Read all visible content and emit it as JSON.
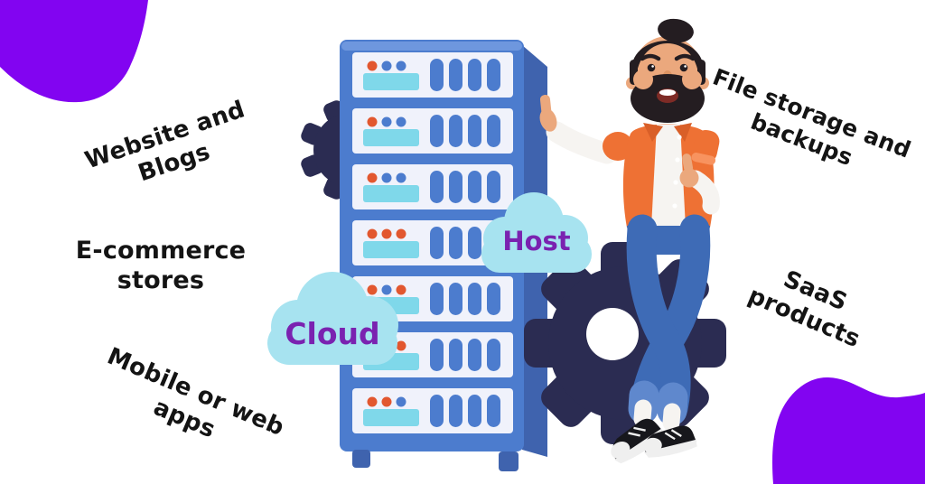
{
  "labels": {
    "website": "Website and Blogs",
    "ecommerce": "E-commerce stores",
    "mobile_apps": "Mobile or web apps",
    "file_storage": "File storage and backups",
    "saas": "SaaS products"
  },
  "clouds": {
    "cloud_label": "Cloud",
    "host_label": "Host"
  },
  "colors": {
    "accent_purple_blob": "#8204F1",
    "label_text": "#141414",
    "cloud_fill": "#A7E3F0",
    "cloud_text_purple": "#7A22B0",
    "rack_frame_blue": "#4C7CCE",
    "rack_side_blue": "#3F63AE",
    "rack_panel": "#F0F2FB",
    "rack_cyan": "#7FD8EA",
    "dot_orange": "#E2572F",
    "gear_navy": "#2B2C52",
    "shirt_orange": "#EE7134",
    "jeans_blue": "#3E6BB6",
    "skin": "#EBA87D",
    "hair": "#241D21"
  },
  "rack": {
    "row_count": 7,
    "pills_per_row": 4,
    "rows": [
      {
        "dots": [
          "orange",
          "blue",
          "blue"
        ]
      },
      {
        "dots": [
          "orange",
          "blue",
          "blue"
        ]
      },
      {
        "dots": [
          "orange",
          "blue",
          "blue"
        ]
      },
      {
        "dots": [
          "orange",
          "orange",
          "orange"
        ]
      },
      {
        "dots": [
          "orange",
          "blue",
          "orange"
        ]
      },
      {
        "dots": [
          "orange",
          "blue",
          "orange"
        ]
      },
      {
        "dots": [
          "orange",
          "orange",
          "blue"
        ]
      }
    ]
  }
}
